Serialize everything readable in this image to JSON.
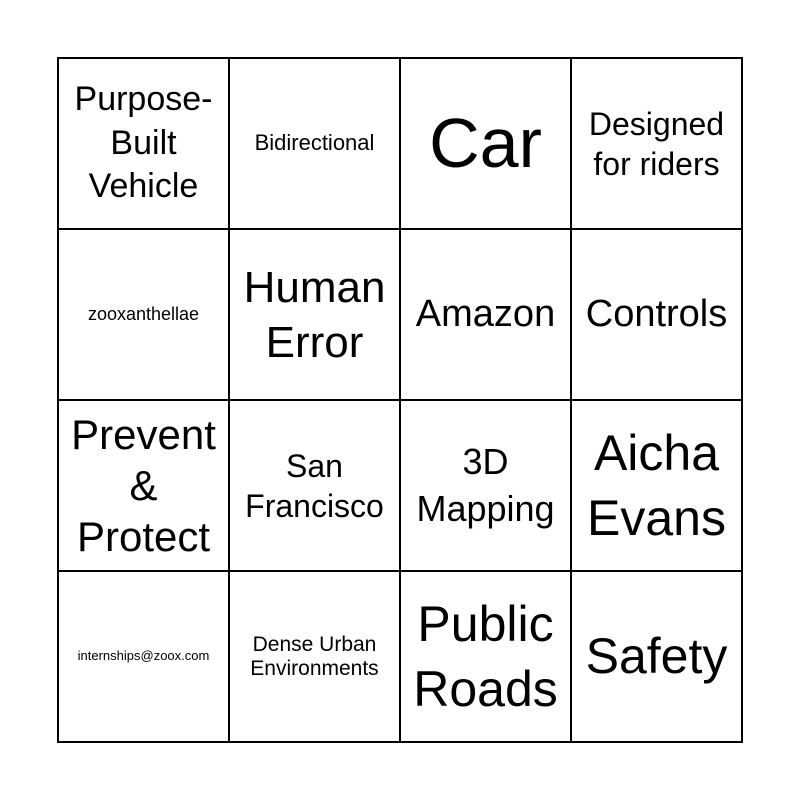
{
  "cells": [
    "Purpose-Built Vehicle",
    "Bidirectional",
    "Car",
    "Designed for riders",
    "zooxanthellae",
    "Human Error",
    "Amazon",
    "Controls",
    "Prevent & Protect",
    "San Francisco",
    "3D Mapping",
    "Aicha Evans",
    "internships@zoox.com",
    "Dense Urban Environments",
    "Public Roads",
    "Safety"
  ]
}
